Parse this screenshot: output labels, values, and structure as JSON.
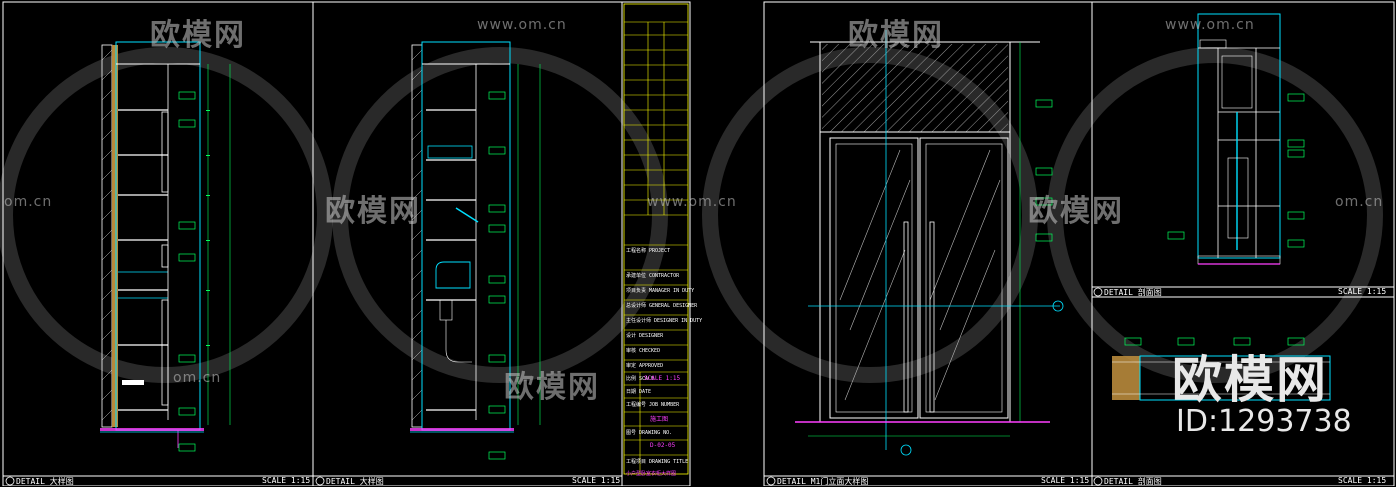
{
  "watermark": {
    "site": "www.om.cn",
    "site_short": "om.cn",
    "brand_cn": "欧模网",
    "logo_text": "欧模网",
    "id_text": "ID:1293738"
  },
  "panels": [
    {
      "title": "DETAIL 大样图",
      "scale": "SCALE 1:15"
    },
    {
      "title": "DETAIL 大样图",
      "scale": "SCALE 1:15"
    },
    {
      "title": "DETAIL M1门立面大样图",
      "scale": "SCALE 1:15"
    },
    {
      "title": "DETAIL 剖面图",
      "scale": "SCALE 1:15"
    },
    {
      "title": "DETAIL 剖面图",
      "scale": "SCALE 1:15"
    }
  ],
  "title_block": {
    "rows": [
      "工程名称 PROJECT",
      "承建单位 CONTRACTOR",
      "项目负责 MANAGER IN DUTY",
      "总设计师 GENERAL DESIGNER",
      "主任设计师 DESIGNER IN DUTY",
      "设计 DESIGNER",
      "审核 CHECKED",
      "审定 APPROVED",
      "比例 SCALE",
      "日期 DATE",
      "工程编号 JOB NUMBER",
      "图号 DRAWING NO.",
      "工程项目 DRAWING TITLE"
    ],
    "scale_value": "SCALE 1:15",
    "drawing_no": "D-02-05",
    "type_value": "施工图",
    "drawing_title": "小户型卧室衣柜大样图"
  },
  "colors": {
    "background": "#000000",
    "cyan": "#00e0ff",
    "green": "#00ff5a",
    "yellow": "#ffff00",
    "magenta": "#ff3fff",
    "brown": "#b88a3c",
    "white": "#ffffff"
  }
}
